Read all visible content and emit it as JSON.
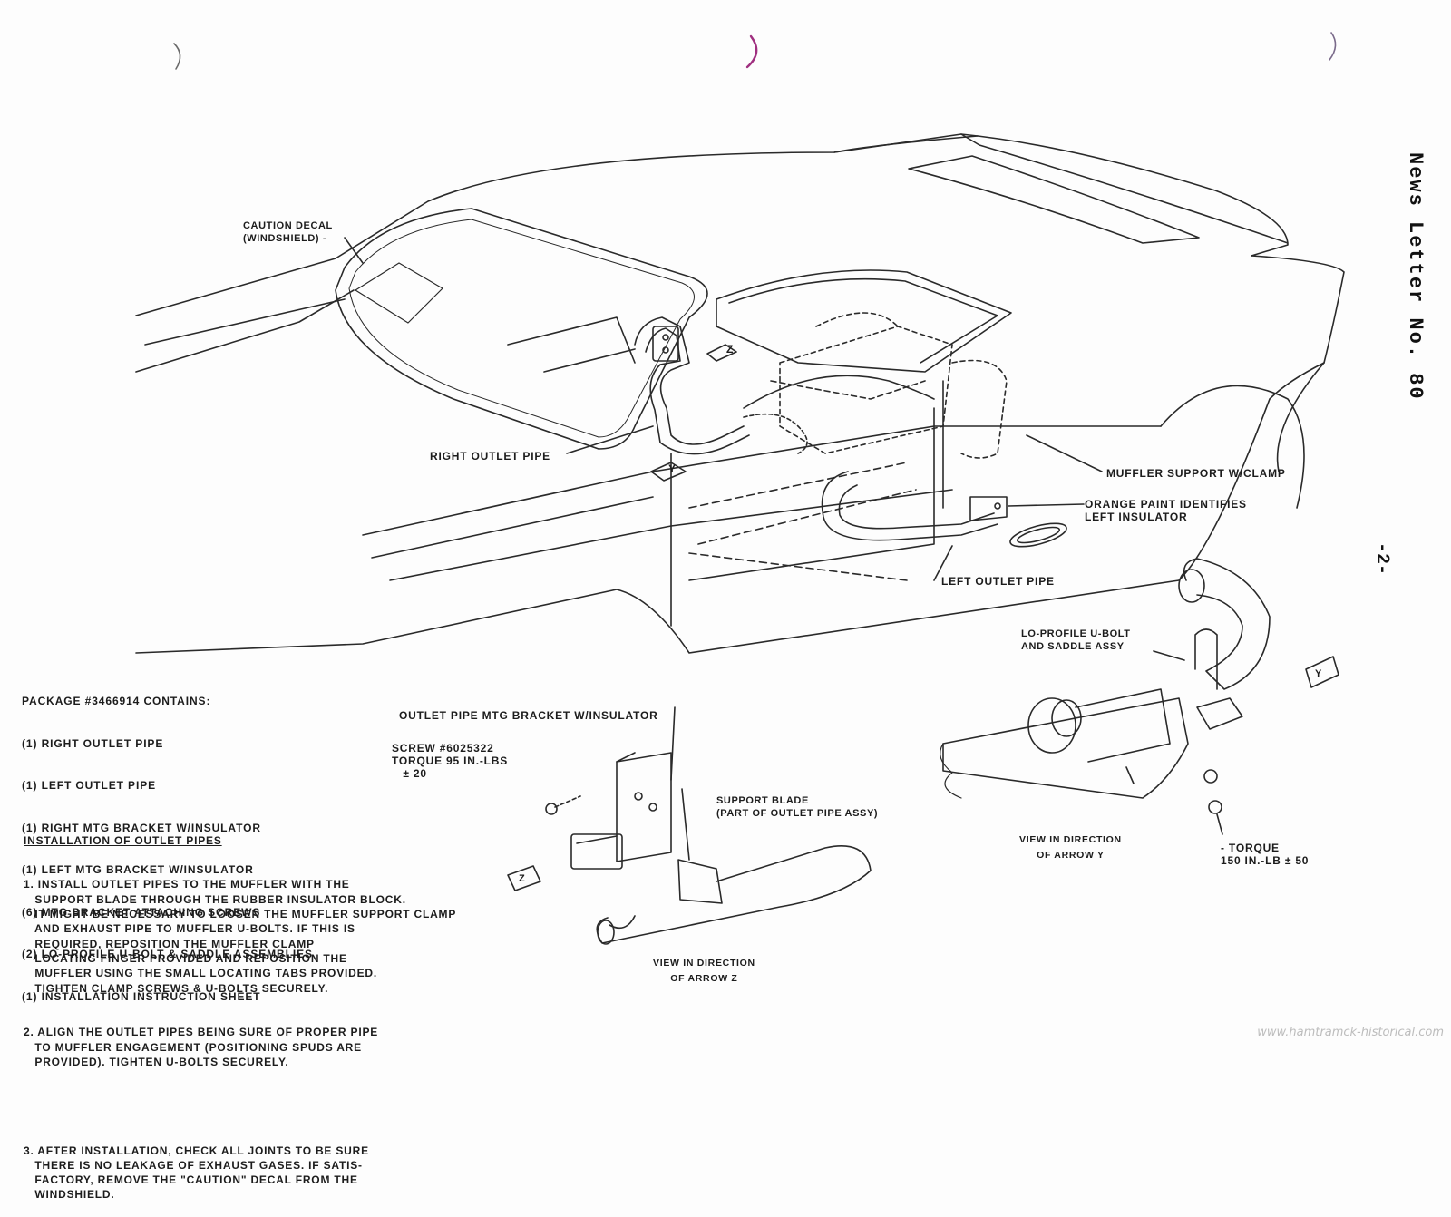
{
  "header": {
    "newsletter": "News Letter No. 80",
    "page": "-2-"
  },
  "callouts": {
    "caution_decal": "CAUTION DECAL\n(WINDSHIELD) -",
    "right_outlet_pipe": "RIGHT OUTLET PIPE",
    "muffler_support": "MUFFLER SUPPORT W/CLAMP",
    "orange_paint": "ORANGE PAINT IDENTIFIES\nLEFT INSULATOR",
    "left_outlet_pipe": "LEFT OUTLET PIPE",
    "lo_profile": "LO-PROFILE U-BOLT\nAND SADDLE ASSY",
    "outlet_bracket": "OUTLET PIPE MTG BRACKET W/INSULATOR",
    "screw": "SCREW #6025322\nTORQUE 95 IN.-LBS\n   ± 20",
    "support_blade": "SUPPORT BLADE\n(PART OF OUTLET PIPE ASSY)",
    "torque_150": "- TORQUE\n150 IN.-LB ± 50",
    "view_z": "VIEW IN DIRECTION\nOF ARROW Z",
    "view_y": "VIEW IN DIRECTION\nOF ARROW Y"
  },
  "diagram_letters": {
    "z_top": "Z",
    "y_top": "Y",
    "z_arrow": "Z",
    "y_arrow": "Y"
  },
  "package": {
    "title": "PACKAGE #3466914 CONTAINS:",
    "items": [
      "(1) RIGHT OUTLET PIPE",
      "(1) LEFT OUTLET PIPE",
      "(1) RIGHT MTG BRACKET W/INSULATOR",
      "(1) LEFT MTG BRACKET W/INSULATOR",
      "(6) MTG BRACKET ATTACHING SCREWS",
      "(2) LO-PROFILE U-BOLT & SADDLE ASSEMBLIES",
      "(1) INSTALLATION INSTRUCTION SHEET"
    ]
  },
  "installation": {
    "heading": "INSTALLATION OF OUTLET PIPES",
    "steps": [
      "1. INSTALL OUTLET PIPES TO THE MUFFLER WITH THE\n   SUPPORT BLADE THROUGH THE RUBBER INSULATOR BLOCK.\n   IT MIGHT BE NECESSARY TO LOOSEN THE MUFFLER SUPPORT CLAMP\n   AND EXHAUST PIPE TO MUFFLER U-BOLTS. IF THIS IS\n   REQUIRED, REPOSITION THE MUFFLER CLAMP\n   LOCATING FINGER PROVIDED AND REPOSITION THE\n   MUFFLER USING THE SMALL LOCATING TABS PROVIDED.\n   TIGHTEN CLAMP SCREWS & U-BOLTS SECURELY.",
      "2. ALIGN THE OUTLET PIPES BEING SURE OF PROPER PIPE\n   TO MUFFLER ENGAGEMENT (POSITIONING SPUDS ARE\n   PROVIDED). TIGHTEN U-BOLTS SECURELY.",
      "3. AFTER INSTALLATION, CHECK ALL JOINTS TO BE SURE\n   THERE IS NO LEAKAGE OF EXHAUST GASES. IF SATIS-\n   FACTORY, REMOVE THE \"CAUTION\" DECAL FROM THE\n   WINDSHIELD."
    ]
  },
  "watermark": "www.hamtramck-historical.com"
}
